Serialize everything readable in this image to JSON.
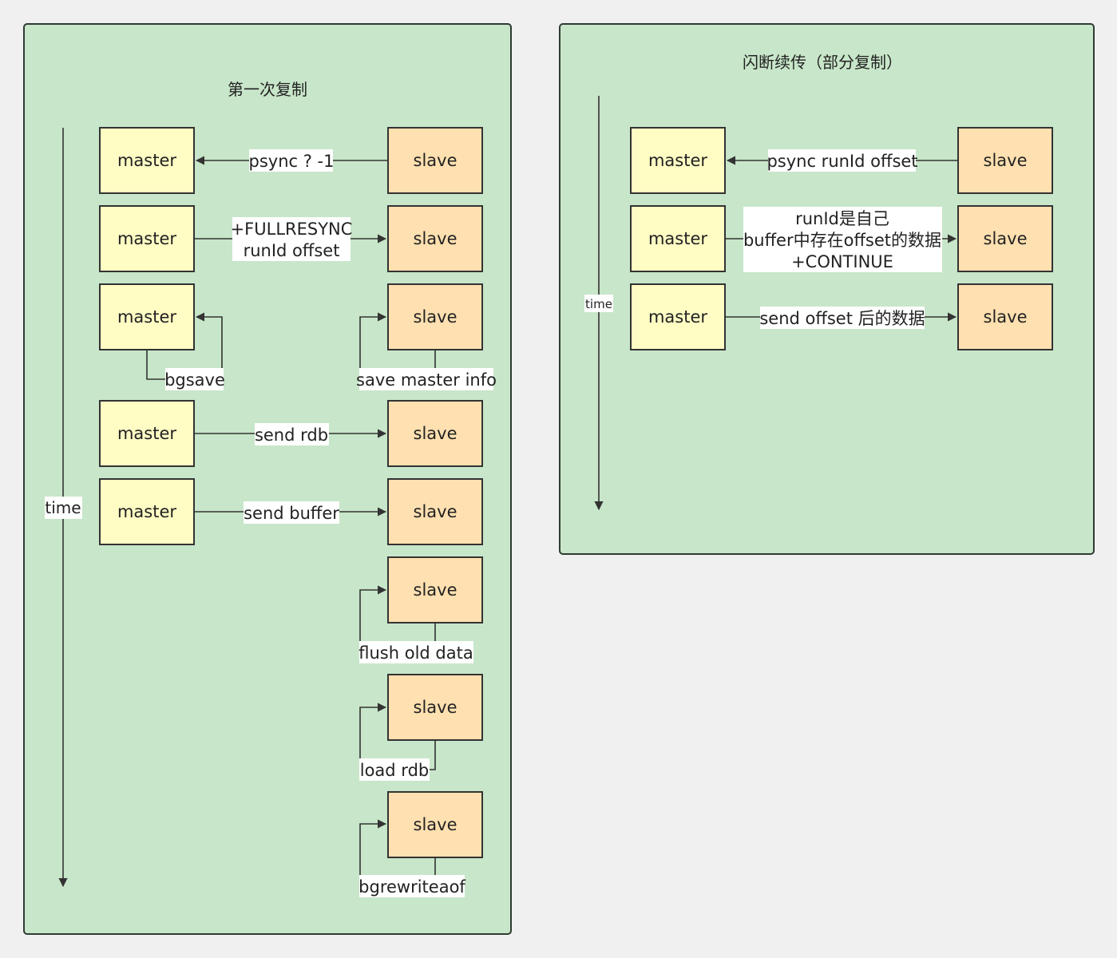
{
  "panels": {
    "full": {
      "title": "第一次复制",
      "time_label": "time"
    },
    "partial": {
      "title": "闪断续传（部分复制）",
      "time_label": "time"
    }
  },
  "nodes": {
    "master": "master",
    "slave": "slave"
  },
  "full_steps": {
    "psync": "psync ? -1",
    "fullresync_line1": "+FULLRESYNC",
    "fullresync_line2": "runId offset",
    "bgsave": "bgsave",
    "save_master_info": "save master info",
    "send_rdb": "send rdb",
    "send_buffer": "send buffer",
    "flush_old_data": "flush old data",
    "load_rdb": "load rdb",
    "bgrewriteaof": "bgrewriteaof"
  },
  "partial_steps": {
    "psync": "psync runId offset",
    "continue_line1": "runId是自己",
    "continue_line2": "buffer中存在offset的数据",
    "continue_line3": "+CONTINUE",
    "send_offset": "send offset 后的数据"
  },
  "colors": {
    "panel_bg": "#c8e6c9",
    "master_fill": "#fffcc4",
    "slave_fill": "#ffe0b0",
    "page_bg": "#f0f0f0"
  }
}
